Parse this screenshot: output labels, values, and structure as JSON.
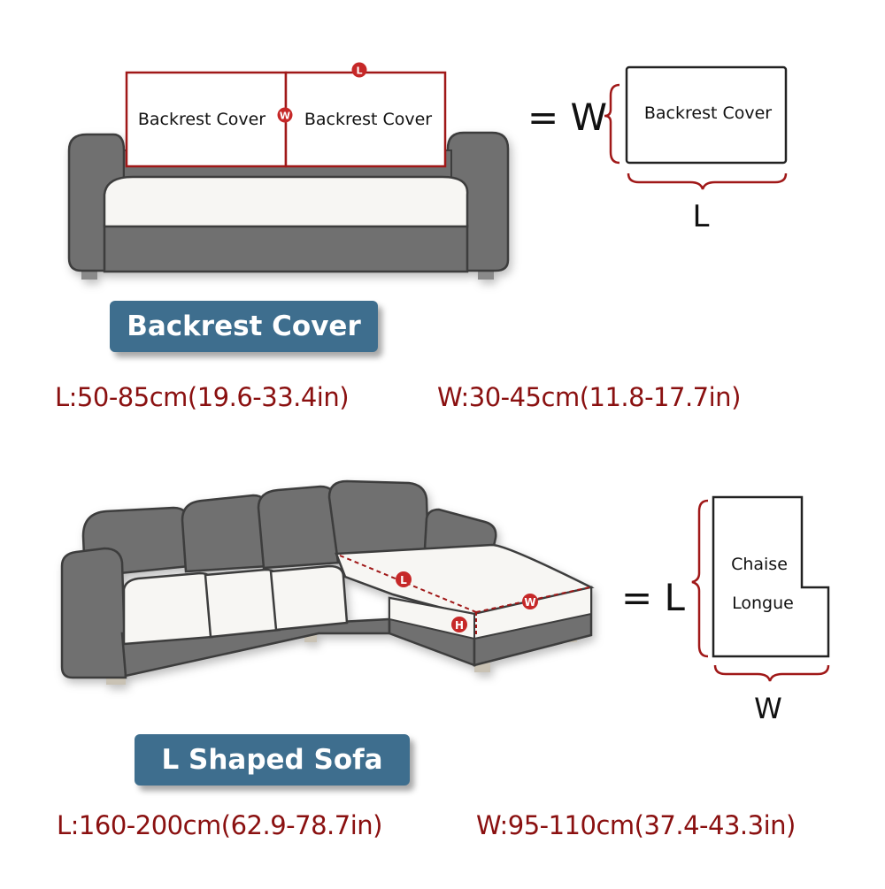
{
  "backrest": {
    "left_cover_label": "Backrest Cover",
    "right_cover_label": "Backrest Cover",
    "marker_length": "L",
    "marker_width": "W",
    "equals_label": "= W",
    "card_label": "Backrest Cover",
    "length_label": "L",
    "badge": "Backrest Cover",
    "spec_length": "L:50-85cm(19.6-33.4in)",
    "spec_width": "W:30-45cm(11.8-17.7in)"
  },
  "lsofa": {
    "marker_length": "L",
    "marker_width": "W",
    "marker_height": "H",
    "equals_label": "= L",
    "card_label_line1": "Chaise",
    "card_label_line2": "Longue",
    "width_label": "W",
    "badge": "L Shaped Sofa",
    "spec_length": "L:160-200cm(62.9-78.7in)",
    "spec_width": "W:95-110cm(37.4-43.3in)"
  },
  "colors": {
    "sofa_gray": "#6f6f6f",
    "sofa_dark": "#474747",
    "cushion": "#f7f6f3",
    "measure_red": "#a01818",
    "badge_blue": "#3e6e8e",
    "spec_red": "#8a1010"
  }
}
